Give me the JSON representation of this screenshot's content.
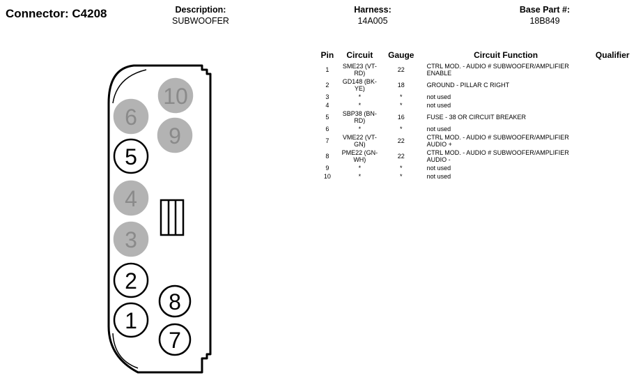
{
  "connector": {
    "title": "Connector: C4208",
    "description_label": "Description:",
    "description": "SUBWOOFER",
    "harness_label": "Harness:",
    "harness": "14A005",
    "base_part_label": "Base Part #:",
    "base_part": "18B849"
  },
  "diagram": {
    "pins": [
      {
        "num": "10",
        "used": false
      },
      {
        "num": "9",
        "used": false
      },
      {
        "num": "6",
        "used": false
      },
      {
        "num": "5",
        "used": true
      },
      {
        "num": "4",
        "used": false
      },
      {
        "num": "3",
        "used": false
      },
      {
        "num": "2",
        "used": true
      },
      {
        "num": "1",
        "used": true
      },
      {
        "num": "8",
        "used": true
      },
      {
        "num": "7",
        "used": true
      }
    ],
    "colors": {
      "used_fill": "#ffffff",
      "unused_fill": "#b3b3b3",
      "unused_text": "#8a8a8a"
    }
  },
  "table": {
    "headers": {
      "pin": "Pin",
      "circuit": "Circuit",
      "gauge": "Gauge",
      "function": "Circuit Function",
      "qualifier": "Qualifier"
    },
    "rows": [
      {
        "pin": "1",
        "circuit": "SME23 (VT-RD)",
        "gauge": "22",
        "function": "CTRL MOD. - AUDIO # SUBWOOFER/AMPLIFIER ENABLE"
      },
      {
        "pin": "2",
        "circuit": "GD148 (BK-YE)",
        "gauge": "18",
        "function": "GROUND - PILLAR C RIGHT"
      },
      {
        "pin": "3",
        "circuit": "*",
        "gauge": "*",
        "function": "not used"
      },
      {
        "pin": "4",
        "circuit": "*",
        "gauge": "*",
        "function": "not used"
      },
      {
        "pin": "5",
        "circuit": "SBP38 (BN-RD)",
        "gauge": "16",
        "function": "FUSE - 38 OR CIRCUIT BREAKER"
      },
      {
        "pin": "6",
        "circuit": "*",
        "gauge": "*",
        "function": "not used"
      },
      {
        "pin": "7",
        "circuit": "VME22 (VT-GN)",
        "gauge": "22",
        "function": "CTRL MOD. - AUDIO # SUBWOOFER/AMPLIFIER AUDIO +"
      },
      {
        "pin": "8",
        "circuit": "PME22 (GN-WH)",
        "gauge": "22",
        "function": "CTRL MOD. - AUDIO # SUBWOOFER/AMPLIFIER AUDIO -"
      },
      {
        "pin": "9",
        "circuit": "*",
        "gauge": "*",
        "function": "not used"
      },
      {
        "pin": "10",
        "circuit": "*",
        "gauge": "*",
        "function": "not used"
      }
    ]
  }
}
